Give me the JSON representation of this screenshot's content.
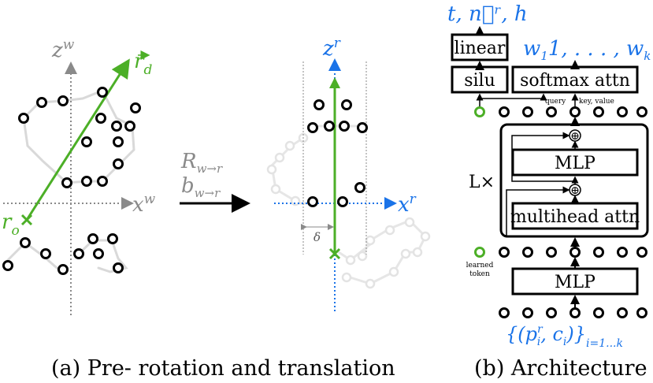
{
  "panel_a": {
    "caption": "(a) Pre- rotation and translation",
    "left": {
      "z_label": "z",
      "z_sup": "w",
      "x_label": "x",
      "x_sup": "w",
      "ray_dir_label": "r",
      "ray_dir_sub": "d",
      "ray_origin_label": "r",
      "ray_origin_sub": "o"
    },
    "transform": {
      "rotation": "R",
      "rotation_sub": "w→r",
      "translation": "b",
      "translation_sub": "w→r"
    },
    "right": {
      "z_label": "z",
      "z_sup": "r",
      "x_label": "x",
      "x_sup": "r",
      "delta_label": "δ"
    }
  },
  "panel_b": {
    "caption": "(b) Architecture",
    "outputs": "t, n⃗ʳ, h",
    "weights": "w",
    "weights_rest": "1, . . . , w",
    "weights_sub_first": "1",
    "weights_sub_last": "k",
    "linear_label": "linear",
    "silu_label": "silu",
    "softmax_label": "softmax attn",
    "query_label": "query",
    "keyvalue_label": "key, value",
    "repeat_label": "L×",
    "mlp_label": "MLP",
    "mha_label": "multihead attn",
    "plus_symbol": "⊕",
    "learned_token_line1": "learned",
    "learned_token_line2": "token",
    "mlp_bottom_label": "MLP",
    "input_set": "{(p",
    "input_set_sup": "r",
    "input_set_sub": "i",
    "input_set_mid": ", c",
    "input_set_mid_sub": "i",
    "input_set_end": ")}",
    "input_set_range": "i=1...k"
  },
  "colors": {
    "green": "#4caf27",
    "blue": "#1a73e8",
    "gray": "#8a8a8a",
    "light_gray": "#d9d9d9",
    "black": "#000000"
  }
}
